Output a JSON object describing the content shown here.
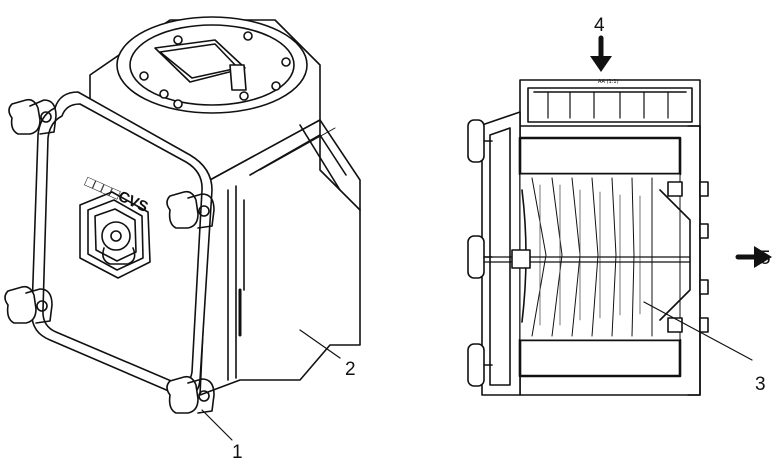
{
  "figure": {
    "callouts": {
      "c1": "1",
      "c2": "2",
      "c3": "3",
      "c4": "4",
      "c5": "5"
    },
    "section_label": "AA (1:1)",
    "housing_logo": "□□□□CVS"
  },
  "colors": {
    "line": "#111111",
    "fill": "#ffffff",
    "shade": "#d9d9d9"
  }
}
